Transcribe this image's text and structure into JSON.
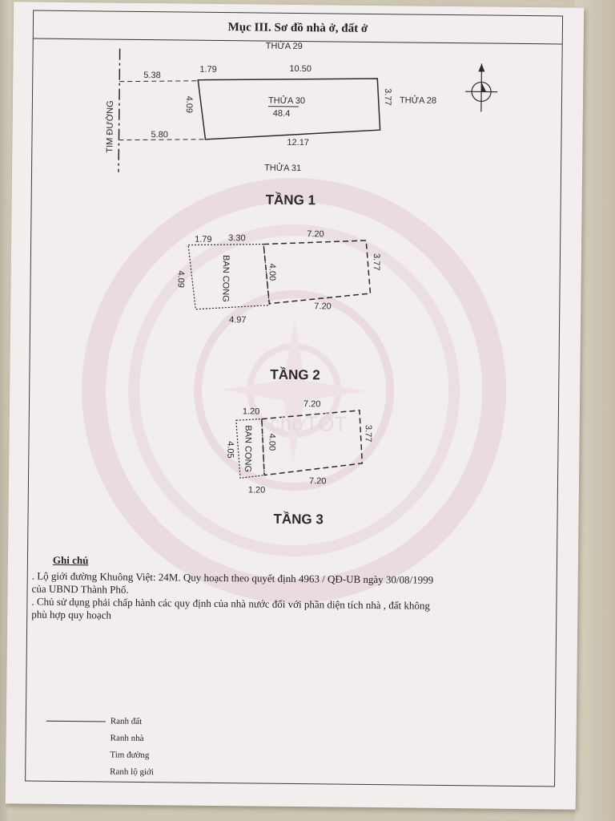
{
  "document": {
    "section_title": "Mục III. Sơ đồ nhà ở, đất ở",
    "site": {
      "thua_top": "THỬA 29",
      "thua_bottom": "THỬA 31",
      "thua_right": "THỬA 28",
      "thua_center": "THỬA 30",
      "area": "48.4",
      "road_center": "TIM ĐƯỜNG",
      "dims": {
        "road_top": "5.38",
        "road_bottom": "5.80",
        "top_left": "1.79",
        "top": "10.50",
        "right": "3.77",
        "left": "4.09",
        "bottom": "12.17"
      }
    },
    "floor1": {
      "title": "TẦNG 1",
      "balcony": "BAN CONG",
      "dims": {
        "top_left": "1.79",
        "top_mid": "3.30",
        "top_right": "7.20",
        "left": "4.09",
        "inner": "4.00",
        "right": "3.77",
        "bottom_right": "7.20",
        "bottom": "4.97"
      }
    },
    "floor2": {
      "title": "TẦNG 2",
      "balcony": "BAN CONG",
      "watermark": "chợTỐT",
      "dims": {
        "top_left": "1.20",
        "top_right": "7.20",
        "left": "4.05",
        "inner": "4.00",
        "right": "3.77",
        "bottom_left": "1.20",
        "bottom_right": "7.20"
      }
    },
    "floor3": {
      "title": "TẦNG 3"
    },
    "notes": {
      "title": "Ghi chú",
      "lines": [
        ". Lộ giới đường Khuông Việt: 24M. Quy hoạch theo quyết định 4963 / QĐ-UB ngày 30/08/1999",
        "của UBND Thành Phố.",
        ". Chủ sử dụng phải chấp hành các quy định của nhà nước đối với phần diện tích nhà , đất không",
        "phù hợp quy hoạch"
      ]
    },
    "legend": [
      {
        "label": "Ranh đất",
        "style": "solid"
      },
      {
        "label": "Ranh nhà",
        "style": "dashed"
      },
      {
        "label": "Tim đường",
        "style": "dashdot"
      },
      {
        "label": "Ranh lộ giới",
        "style": "longdash"
      }
    ]
  },
  "colors": {
    "paper": "#f3eeee",
    "ink": "#2a2a2a",
    "seal": "#d9bfc6"
  }
}
